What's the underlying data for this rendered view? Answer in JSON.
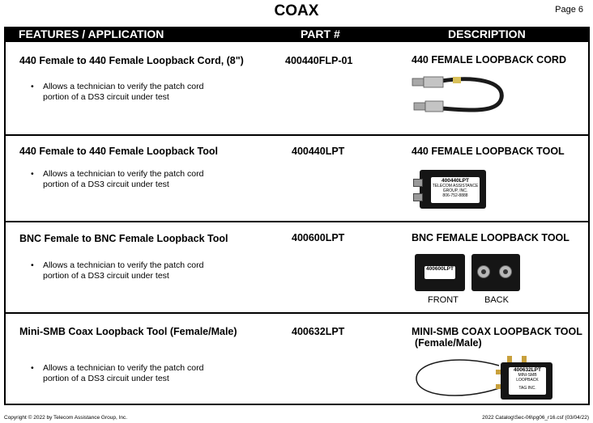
{
  "page": {
    "title": "COAX",
    "page_number": "Page 6"
  },
  "header": {
    "features": "FEATURES / APPLICATION",
    "part": "PART #",
    "description": "DESCRIPTION"
  },
  "rows": [
    {
      "feature": "440 Female to 440 Female Loopback Cord, (8\")",
      "bullet_line1": "Allows a technician to verify the patch cord",
      "bullet_line2": "portion of a DS3 circuit under test",
      "part": "400440FLP-01",
      "desc": "440 FEMALE LOOPBACK CORD"
    },
    {
      "feature": "440 Female to 440 Female Loopback Tool",
      "bullet_line1": "Allows a technician to verify the patch cord",
      "bullet_line2": "portion of a DS3 circuit under test",
      "part": "400440LPT",
      "desc": "440 FEMALE LOOPBACK TOOL",
      "label_line1": "400440LPT",
      "label_line2": "TELECOM ASSISTANCE",
      "label_line3": "GROUP, INC.",
      "label_line4": "806-752-8888"
    },
    {
      "feature": "BNC Female to BNC Female Loopback Tool",
      "bullet_line1": "Allows a technician to verify the patch cord",
      "bullet_line2": "portion of a DS3 circuit under test",
      "part": "400600LPT",
      "desc": "BNC FEMALE LOOPBACK TOOL",
      "label_line1": "400600LPT",
      "front": "FRONT",
      "back": "BACK"
    },
    {
      "feature": "Mini-SMB Coax Loopback Tool (Female/Male)",
      "bullet_line1": "Allows a technician to verify the patch cord",
      "bullet_line2": "portion of a DS3 circuit under test",
      "part": "400632LPT",
      "desc_line1": "MINI-SMB COAX LOOPBACK TOOL",
      "desc_line2": "(Female/Male)",
      "label_line1": "400632LPT",
      "label_line2": "MINI-SMB LOOPBACK",
      "label_line3": "TAG INC."
    }
  ],
  "bullet_glyph": "•",
  "footer": {
    "copyright": "Copyright © 2022 by Telecom Assistance Group, Inc.",
    "catalog": "2022 Catalog\\Sec-06\\pg06_r16.csf (03/04/22)"
  }
}
